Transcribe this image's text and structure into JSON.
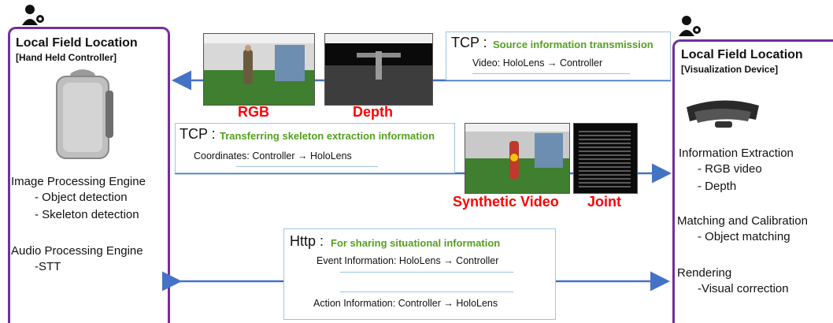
{
  "left_panel": {
    "title": "Local Field Location",
    "subtitle": "[Hand Held Controller]",
    "image_engine": "Image Processing Engine",
    "image_items": [
      "- Object detection",
      "- Skeleton detection"
    ],
    "audio_engine": "Audio Processing Engine",
    "audio_items": [
      "-STT"
    ]
  },
  "right_panel": {
    "title": "Local Field Location",
    "subtitle": "[Visualization Device]",
    "extraction": "Information Extraction",
    "extraction_items": [
      "- RGB video",
      "- Depth"
    ],
    "matching": "Matching and Calibration",
    "matching_items": [
      "- Object matching"
    ],
    "rendering": "Rendering",
    "rendering_items": [
      "-Visual correction"
    ]
  },
  "tcp_source": {
    "proto": "TCP :",
    "desc": "Source information transmission",
    "line": "Video: HoloLens → Controller"
  },
  "tcp_skeleton": {
    "proto": "TCP :",
    "desc": "Transferring skeleton extraction information",
    "line": "Coordinates: Controller → HoloLens"
  },
  "http": {
    "proto": "Http :",
    "desc": "For sharing situational information",
    "event": "Event Information: HoloLens → Controller",
    "action": "Action Information: Controller → HoloLens"
  },
  "image_labels": {
    "rgb": "RGB",
    "depth": "Depth",
    "synthetic": "Synthetic Video",
    "joint": "Joint"
  },
  "colors": {
    "panel_border": "#7030a0",
    "arrow": "#4472c4",
    "label_red": "#ff0000",
    "desc_green": "#54a020",
    "box_border": "#9dc3e6"
  }
}
